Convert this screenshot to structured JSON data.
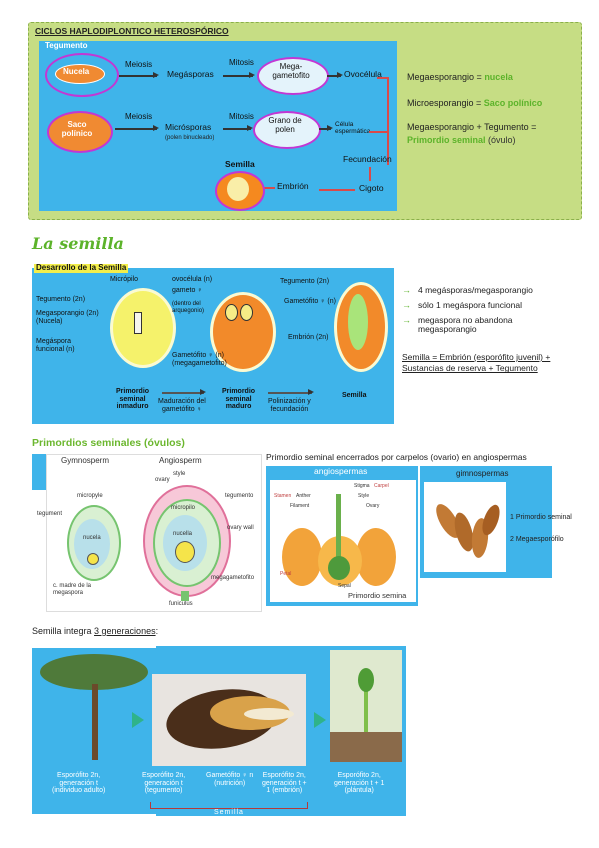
{
  "sec1": {
    "title": "CICLOS HAPLODIPLONTICO HETEROSPÓRICO",
    "tegumento": "Tegumento",
    "nucela": "Nucela",
    "saco_polinico": "Saco polínico",
    "meiosis1": "Meiosis",
    "meiosis2": "Meiosis",
    "megasporas": "Megásporas",
    "microsporas": "Micrósporas",
    "microsporas_note": "(polen binucleado)",
    "mitosis1": "Mitosis",
    "mitosis2": "Mitosis",
    "megagametofito": "Mega-\ngametofito",
    "grano_polen": "Grano de\npolen",
    "ovocelula": "Ovocélula",
    "celula_espermatica": "Célula\nespermática",
    "semilla": "Semilla",
    "fecundacion": "Fecundación",
    "embrion": "Embrión",
    "cigoto": "Cigoto",
    "eq1_a": "Megaesporangio = ",
    "eq1_b": "nucela",
    "eq2_a": "Microesporangio = ",
    "eq2_b": "Saco polínico",
    "eq3_a": "Megaesporangio + Tegumento =",
    "eq3_b": "Primordio seminal",
    "eq3_c": " (óvulo)"
  },
  "sec2": {
    "title": "La semilla",
    "box_title": "Desarrollo de la Semilla",
    "micropilo": "Micrópilo",
    "tegumento_2n": "Tegumento (2n)",
    "megasporangio": "Megasporangio (2n)\n(Nucela)",
    "megaspora_funcional": "Megáspora\nfuncional (n)",
    "ovocelula": "ovocélula (n)",
    "gameto": "gameto ♀",
    "dentro": "(dentro del\narquegonio)",
    "gametofito_meg": "Gametófito ♀ (n)\n(megagametofito)",
    "tegumento_2n_b": "Tegumento (2n)",
    "gametofito_n": "Gametófito ♀ (n)",
    "embrion_2n": "Embrión (2n)",
    "primordio_inmaduro": "Primordio\nseminal\ninmaduro",
    "maduracion": "Maduración del\ngametófito ♀",
    "primordio_maduro": "Primordio\nseminal\nmaduro",
    "polinizacion": "Polinización y\nfecundación",
    "semilla": "Semilla",
    "notes": [
      "4 megásporas/megasporangio",
      "sólo 1 megáspora funcional",
      "megaspora no abandona\nmegasporangio"
    ],
    "formula": "Semilla = Embrión (esporófito juvenil) +\nSustancias de reserva + Tegumento"
  },
  "sec3": {
    "title": "Primordios seminales (óvulos)",
    "gymno": "Gymnosperm",
    "angio": "Angiosperm",
    "micropyle": "micropyle",
    "tegument": "tegument",
    "nucela": "nucela",
    "c_madre": "c. madre de la\nmegaspora",
    "style": "style",
    "ovary": "ovary",
    "tegumento": "tegumento",
    "micropilo": "micropilo",
    "ovary_wall": "ovary wall",
    "nucella": "nucella",
    "megagametofito": "megagametofito",
    "funiculus": "funiculus",
    "right_title": "Primordio seminal encerrados por carpelos (ovario) en angiospermas",
    "angiospermas": "angiospermas",
    "gimnospermas": "gimnospermas",
    "flower_labels": [
      "Stamen",
      "Anther",
      "Filament",
      "Stigma",
      "Carpel",
      "Style",
      "Ovary",
      "Petal",
      "Sepal"
    ],
    "primordio_semina": "Primordio semina",
    "gym_1": "1 Primordio seminal",
    "gym_2": "2 Megaesporófilo"
  },
  "sec4": {
    "title_a": "Semilla integra ",
    "title_b": "3 generaciones",
    "title_c": ":",
    "lab1": "Esporófito 2n,\ngeneración t\n(individuo adulto)",
    "lab2": "Esporófito 2n,\ngeneración t\n(tegumento)",
    "lab3": "Gametófito ♀ n\n(nutrición)",
    "lab4": "Esporófito 2n,\ngeneración t +\n1 (embrión)",
    "lab5": "Esporófito 2n,\ngeneración t + 1\n(plántula)",
    "semilla": "Semilla"
  }
}
